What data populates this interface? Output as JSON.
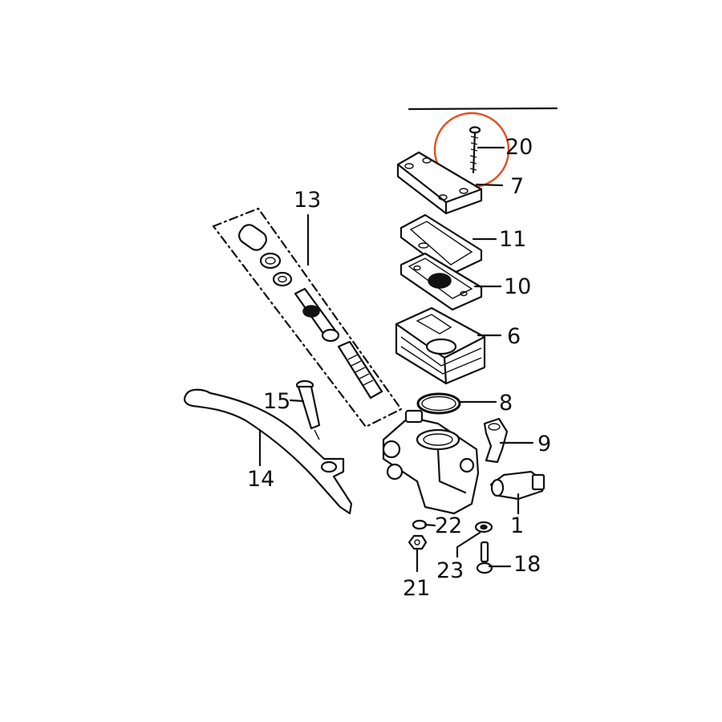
{
  "colors": {
    "line": "#111111",
    "highlight": "#e2501f",
    "background": "#ffffff"
  },
  "highlighted_callout": "20",
  "callouts": [
    {
      "id": "c20",
      "label": "20",
      "name": "screw"
    },
    {
      "id": "c7",
      "label": "7",
      "name": "reservoir-cap"
    },
    {
      "id": "c11",
      "label": "11",
      "name": "diaphragm-plate"
    },
    {
      "id": "c10",
      "label": "10",
      "name": "diaphragm"
    },
    {
      "id": "c6",
      "label": "6",
      "name": "reservoir"
    },
    {
      "id": "c8",
      "label": "8",
      "name": "o-ring"
    },
    {
      "id": "c9",
      "label": "9",
      "name": "holder"
    },
    {
      "id": "c1",
      "label": "1",
      "name": "switch"
    },
    {
      "id": "c22",
      "label": "22",
      "name": "washer"
    },
    {
      "id": "c23",
      "label": "23",
      "name": "washer-small"
    },
    {
      "id": "c18",
      "label": "18",
      "name": "bolt"
    },
    {
      "id": "c21",
      "label": "21",
      "name": "nut"
    },
    {
      "id": "c13",
      "label": "13",
      "name": "piston-kit"
    },
    {
      "id": "c15",
      "label": "15",
      "name": "pivot-bolt"
    },
    {
      "id": "c14",
      "label": "14",
      "name": "lever"
    }
  ]
}
